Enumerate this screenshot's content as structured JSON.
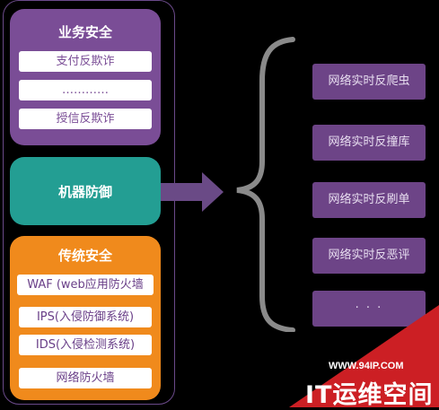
{
  "left": {
    "business_security": {
      "title": "业务安全",
      "items": [
        "支付反欺诈",
        "…………",
        "授信反欺诈"
      ]
    },
    "machine_defense": {
      "title": "机器防御"
    },
    "traditional_security": {
      "title": "传统安全",
      "items": [
        "WAF (web应用防火墙",
        "IPS(入侵防御系统)",
        "IDS(入侵检测系统)",
        "网络防火墙"
      ]
    }
  },
  "right": {
    "items": [
      "网络实时反爬虫",
      "网络实时反撞库",
      "网络实时反刷单",
      "网络实时反恶评",
      "·  ·  ·"
    ]
  },
  "watermark": {
    "url": "WWW.94IP.COM",
    "name": "IT运维空间"
  },
  "colors": {
    "purple": "#7a4d96",
    "teal": "#239e93",
    "orange": "#f08a1c",
    "right_box": "#6d4487",
    "arrow": "#6a4a86",
    "brace": "#8a8a8a",
    "watermark_red": "#cc1f24"
  }
}
